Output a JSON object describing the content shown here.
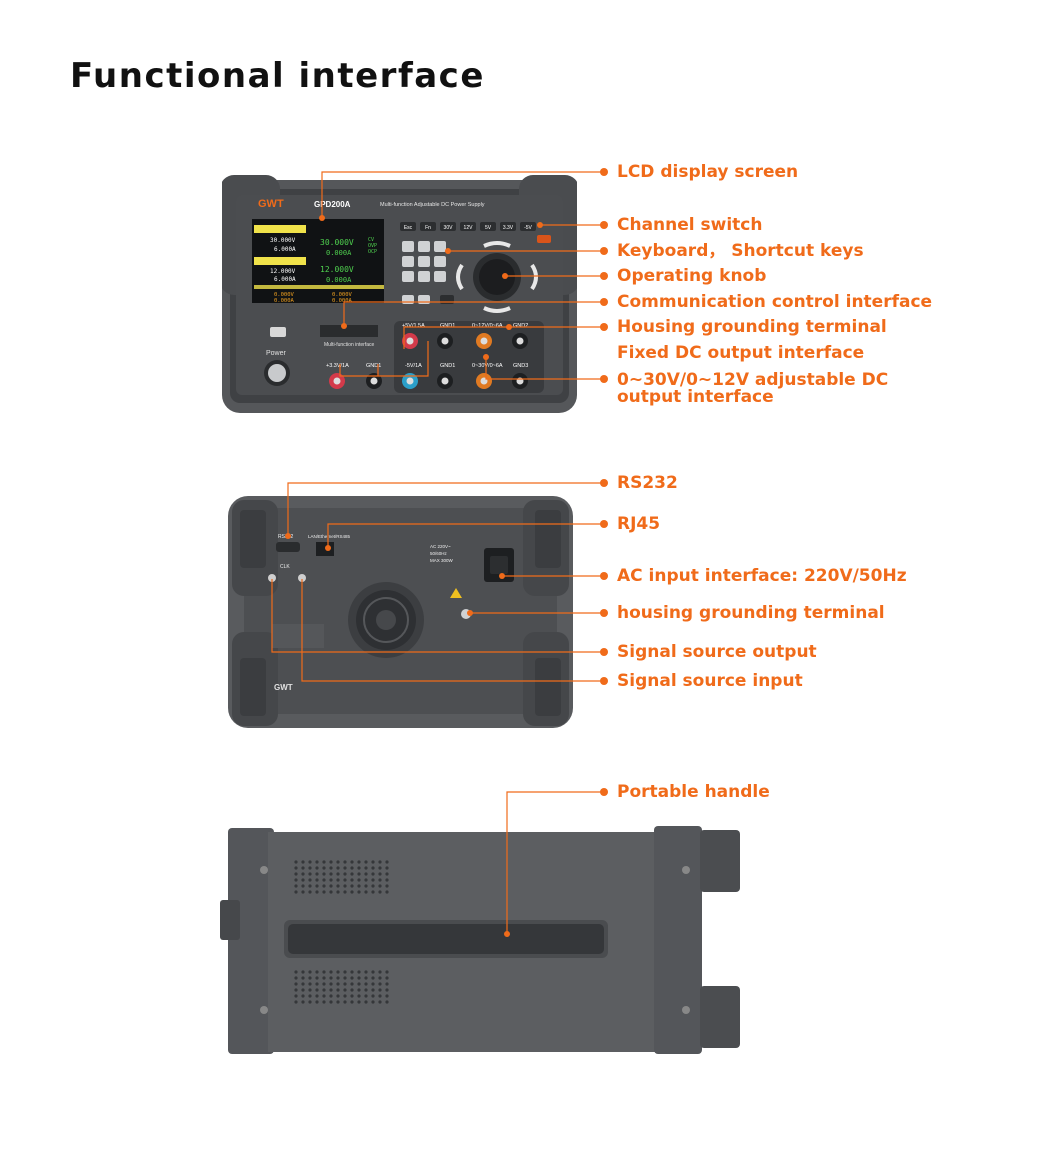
{
  "title": "Functional interface",
  "front": {
    "brand": "GWT",
    "model": "GPD200A",
    "subtitle": "Multi-function Adjustable DC Power Supply",
    "keys": [
      "Esc",
      "Fn",
      "30V",
      "12V",
      "5V",
      "3.3V",
      "-5V"
    ],
    "lcd": {
      "ch1_v": "30.000V",
      "ch1_a": "6.000A",
      "ch2_v": "12.000V",
      "ch2_a": "6.000A",
      "big1_v": "30.000V",
      "big1_a": "0.000A",
      "big2_v": "12.000V",
      "big2_a": "0.000A",
      "row3_v": "0.000V",
      "row3_a": "0.000A",
      "status": [
        "CV",
        "OVP",
        "OCP"
      ]
    },
    "comm_label": "Multi-function interface",
    "power_label": "Power",
    "terminals": [
      "+5V/1.5A",
      "GND1",
      "0~12V/0~6A",
      "GND2",
      "+3.3V/1A",
      "GND1",
      "-5V/1A",
      "GND1",
      "0~30V/0~6A",
      "GND3"
    ]
  },
  "back": {
    "rs232": "RS232",
    "lan": "LAN/Ethernet/RS485",
    "clk": "CLK",
    "ac_spec": [
      "AC 220V~",
      "50/60Hz",
      "MAX 300W"
    ]
  },
  "labels": {
    "lcd": "LCD display screen",
    "channel": "Channel switch",
    "keyboard": "Keyboard， Shortcut keys",
    "knob": "Operating knob",
    "comm": "Communication control interface",
    "ground": "Housing grounding terminal",
    "fixed": "Fixed DC output interface",
    "adjustable_1": "0~30V/0~12V adjustable DC",
    "adjustable_2": "output interface",
    "rs232": "RS232",
    "rj45": "RJ45",
    "ac": "AC input interface: 220V/50Hz",
    "ground2": "housing grounding terminal",
    "sig_out": "Signal source output",
    "sig_in": "Signal source input",
    "handle": "Portable handle"
  },
  "colors": {
    "accent": "#f06b1a",
    "device": "#5c5e61",
    "device_dark": "#3e4043"
  }
}
